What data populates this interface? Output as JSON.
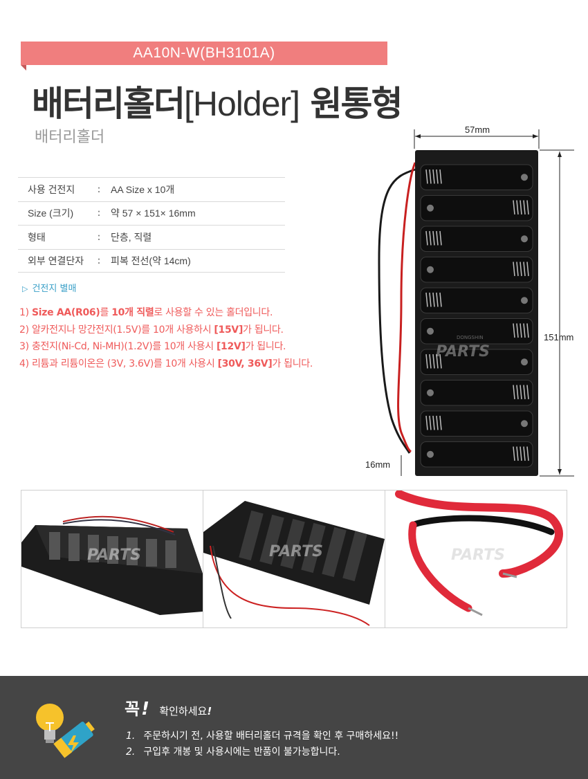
{
  "model": "AA10N-W(BH3101A)",
  "title": {
    "main": "배터리홀더",
    "bracket": "[Holder]",
    "suffix": "원통형"
  },
  "subtitle": "배터리홀더",
  "specs": [
    {
      "label": "사용 건전지",
      "colon": ":",
      "value": "AA Size x 10개"
    },
    {
      "label": "Size (크기)",
      "colon": ":",
      "value": "약 57 × 151× 16mm"
    },
    {
      "label": "형태",
      "colon": ":",
      "value": "단층, 직렬"
    },
    {
      "label": "외부 연결단자",
      "colon": ":",
      "value": "피복 전선(약 14cm)"
    }
  ],
  "sold_separately": {
    "marker": "▷",
    "text": "건전지 별매"
  },
  "notes": [
    {
      "n": "1)",
      "parts": [
        {
          "t": "Size AA(R06)",
          "b": true
        },
        {
          "t": "를 ",
          "b": false
        },
        {
          "t": "10개 직렬",
          "b": true
        },
        {
          "t": "로 사용할 수 있는 홀더입니다.",
          "b": false
        }
      ]
    },
    {
      "n": "2)",
      "parts": [
        {
          "t": "알카전지나 망간전지(1.5V)를 10개 사용하시 ",
          "b": false
        },
        {
          "t": "[15V]",
          "b": true
        },
        {
          "t": "가 됩니다.",
          "b": false
        }
      ]
    },
    {
      "n": "3)",
      "parts": [
        {
          "t": "충전지(Ni-Cd, Ni-MH)(1.2V)를 10개 사용시 ",
          "b": false
        },
        {
          "t": "[12V]",
          "b": true
        },
        {
          "t": "가 됩니다.",
          "b": false
        }
      ]
    },
    {
      "n": "4)",
      "parts": [
        {
          "t": "리튬과 리튬이온은 (3V, 3.6V)를 10개 사용시 ",
          "b": false
        },
        {
          "t": "[30V, 36V]",
          "b": true
        },
        {
          "t": "가 됩니다.",
          "b": false
        }
      ]
    }
  ],
  "dimensions": {
    "width": "57mm",
    "height": "151mm",
    "depth": "16mm"
  },
  "watermark": {
    "brand": "DONGSHIN",
    "word": "PARTS"
  },
  "footer": {
    "title": "꼭",
    "exclaim": "!",
    "subtitle": "확인하세요",
    "subtitle_exclaim": "!",
    "items": [
      {
        "n": "1.",
        "text": "주문하시기 전, 사용할 배터리홀더 규격을 확인 후 구매하세요!!"
      },
      {
        "n": "2.",
        "text": "구입후 개봉 및 사용시에는 반품이 불가능합니다."
      }
    ]
  },
  "colors": {
    "accent": "#f07e7e",
    "note_red": "#ef5a5a",
    "link_blue": "#3aa0c8",
    "footer_bg": "#454545"
  }
}
